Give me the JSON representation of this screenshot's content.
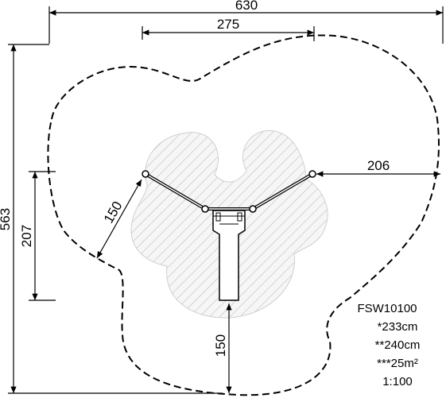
{
  "dimensions": {
    "overall_width": "630",
    "inner_width": "275",
    "overall_height": "563",
    "left_height": "207",
    "diag_arm": "150",
    "right_offset": "206",
    "bottom_clearance": "150"
  },
  "info": {
    "model": "FSW10100",
    "line1": "*233cm",
    "line2": "**240cm",
    "line3": "***25m²",
    "scale": "1:100"
  },
  "colors": {
    "line": "#000000",
    "hatch": "#bdbdbd",
    "zone_fill": "#f4f4f4"
  }
}
